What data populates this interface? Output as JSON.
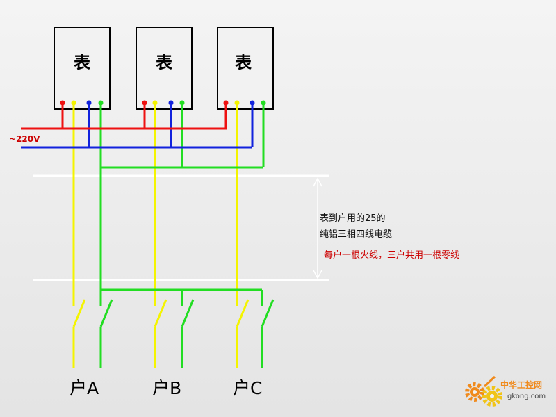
{
  "meters": [
    {
      "label": "表"
    },
    {
      "label": "表"
    },
    {
      "label": "表"
    }
  ],
  "supply": {
    "label": "~220V"
  },
  "cable_note": {
    "line1": "表到户用的25的",
    "line2": "纯铝三相四线电缆",
    "line3": "每户一根火线，三户共用一根零线"
  },
  "households": [
    {
      "label": "户A"
    },
    {
      "label": "户B"
    },
    {
      "label": "户C"
    }
  ],
  "watermark": {
    "cn": "中华工控网",
    "en": "gkong.com"
  },
  "colors": {
    "live_red": "#ee1111",
    "neutral_blue": "#1122dd",
    "green": "#22dd22",
    "yellow": "#f4f400",
    "note_red": "#cc0000",
    "watermark_orange": "#f08a1c"
  }
}
